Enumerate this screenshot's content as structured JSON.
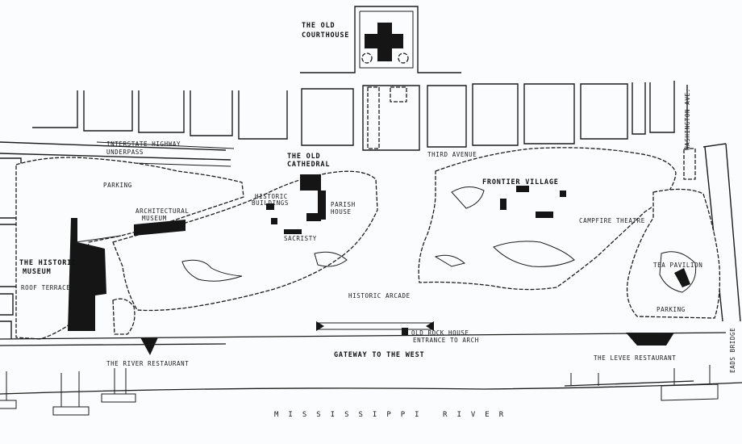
{
  "labels": {
    "old_courthouse_1": "THE OLD",
    "old_courthouse_2": "COURTHOUSE",
    "interstate_1": "INTERSTATE HIGHWAY",
    "interstate_2": "UNDERPASS",
    "parking_left": "PARKING",
    "architectural_museum_1": "ARCHITECTURAL",
    "architectural_museum_2": "MUSEUM",
    "historic_museum_1": "THE HISTORIC",
    "historic_museum_2": "MUSEUM",
    "roof_terrace": "ROOF TERRACE",
    "old_cathedral_1": "THE OLD",
    "old_cathedral_2": "CATHEDRAL",
    "historic_buildings_1": "HISTORIC",
    "historic_buildings_2": "BUILDINGS",
    "parish_house_1": "PARISH",
    "parish_house_2": "HOUSE",
    "sacristy": "SACRISTY",
    "third_avenue": "THIRD AVENUE",
    "frontier_village": "FRONTIER VILLAGE",
    "campfire_theatre": "CAMPFIRE THEATRE",
    "washington_ave": "WASHINGTON AVE.",
    "tea_pavilion": "TEA PAVILION",
    "parking_right": "PARKING",
    "historic_arcade": "HISTORIC ARCADE",
    "old_rock_house": "OLD ROCK HOUSE",
    "entrance_to_arch": "ENTRANCE TO ARCH",
    "river_restaurant": "THE RIVER RESTAURANT",
    "gateway": "GATEWAY TO THE WEST",
    "levee_restaurant": "THE LEVEE RESTAURANT",
    "eads_bridge": "EADS BRIDGE",
    "river": "MISSISSIPPI RIVER"
  }
}
